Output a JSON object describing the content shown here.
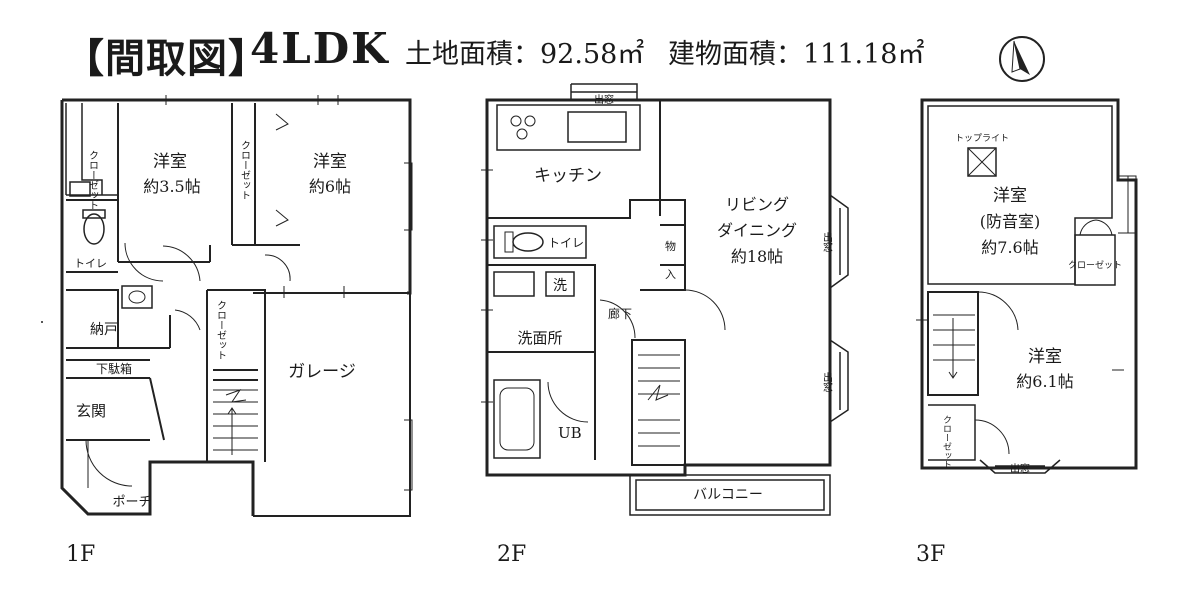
{
  "header": {
    "title": "【間取図】",
    "layout_type": "4LDK",
    "land_area": "土地面積：92.58㎡",
    "building_area": "建物面積：111.18㎡"
  },
  "floors": {
    "f1": {
      "label": "1F",
      "rooms": {
        "closet_a": "クローゼット",
        "western_a": "洋室",
        "western_a_size": "約3.5帖",
        "closet_b": "クローゼット",
        "western_b": "洋室",
        "western_b_size": "約6帖",
        "toilet": "トイレ",
        "storage": "納戸",
        "closet_c": "クローゼット",
        "shoe_box": "下駄箱",
        "entrance": "玄関",
        "garage": "ガレージ",
        "porch": "ポーチ"
      }
    },
    "f2": {
      "label": "2F",
      "rooms": {
        "window_top": "出窓",
        "kitchen": "キッチン",
        "living_1": "リビング",
        "living_2": "ダイニング",
        "living_size": "約18帖",
        "toilet": "トイレ",
        "storage_1": "物",
        "storage_2": "入",
        "washer": "洗",
        "corridor": "廊下",
        "washroom": "洗面所",
        "bath": "UB",
        "window_side_a": "出窓",
        "window_side_b": "出窓",
        "balcony": "バルコニー"
      }
    },
    "f3": {
      "label": "3F",
      "rooms": {
        "toplight": "トップライト",
        "western_a": "洋室",
        "western_a_note": "(防音室)",
        "western_a_size": "約7.6帖",
        "closet_a": "クローゼット",
        "western_b": "洋室",
        "western_b_size": "約6.1帖",
        "closet_b": "クローゼット",
        "window_bottom": "出窓"
      }
    }
  },
  "compass": {
    "direction": "north"
  }
}
